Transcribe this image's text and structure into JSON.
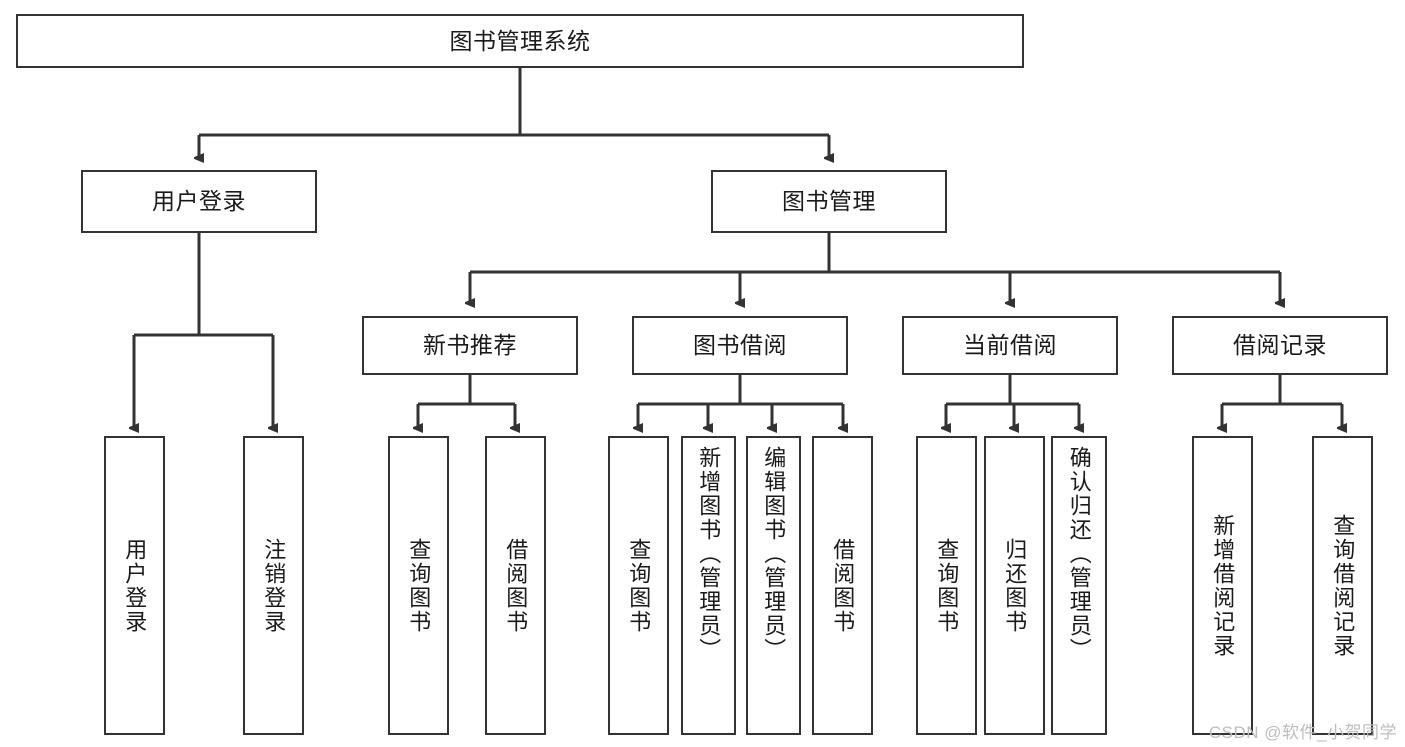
{
  "diagram": {
    "title": "图书管理系统",
    "type": "tree-hierarchy",
    "root": {
      "id": "root",
      "label": "图书管理系统"
    },
    "level2": [
      {
        "id": "user-login",
        "label": "用户登录"
      },
      {
        "id": "book-management",
        "label": "图书管理"
      }
    ],
    "level3": [
      {
        "id": "new-book-recommend",
        "label": "新书推荐",
        "parent": "book-management"
      },
      {
        "id": "book-borrow",
        "label": "图书借阅",
        "parent": "book-management"
      },
      {
        "id": "current-borrow",
        "label": "当前借阅",
        "parent": "book-management"
      },
      {
        "id": "borrow-record",
        "label": "借阅记录",
        "parent": "book-management"
      }
    ],
    "leaves": {
      "user-login": [
        {
          "id": "leaf-user-login",
          "label": "用户登录"
        },
        {
          "id": "leaf-logout-login",
          "label": "注销登录"
        }
      ],
      "new-book-recommend": [
        {
          "id": "leaf-query-book-1",
          "label": "查询图书"
        },
        {
          "id": "leaf-borrow-book-1",
          "label": "借阅图书"
        }
      ],
      "book-borrow": [
        {
          "id": "leaf-query-book-2",
          "label": "查询图书"
        },
        {
          "id": "leaf-add-book",
          "label": "新增图书（管理员）"
        },
        {
          "id": "leaf-edit-book",
          "label": "编辑图书（管理员）"
        },
        {
          "id": "leaf-borrow-book-2",
          "label": "借阅图书"
        }
      ],
      "current-borrow": [
        {
          "id": "leaf-query-book-3",
          "label": "查询图书"
        },
        {
          "id": "leaf-return-book",
          "label": "归还图书"
        },
        {
          "id": "leaf-confirm-return",
          "label": "确认归还（管理员）"
        }
      ],
      "borrow-record": [
        {
          "id": "leaf-add-record",
          "label": "新增借阅记录"
        },
        {
          "id": "leaf-query-record",
          "label": "查询借阅记录"
        }
      ]
    }
  },
  "watermark": {
    "text": "CSDN @软件_小贺同学"
  },
  "colors": {
    "stroke": "#333333",
    "box_border": "#333333",
    "text": "#1a1a1a",
    "background": "#ffffff",
    "watermark": "#bdbdbd"
  }
}
